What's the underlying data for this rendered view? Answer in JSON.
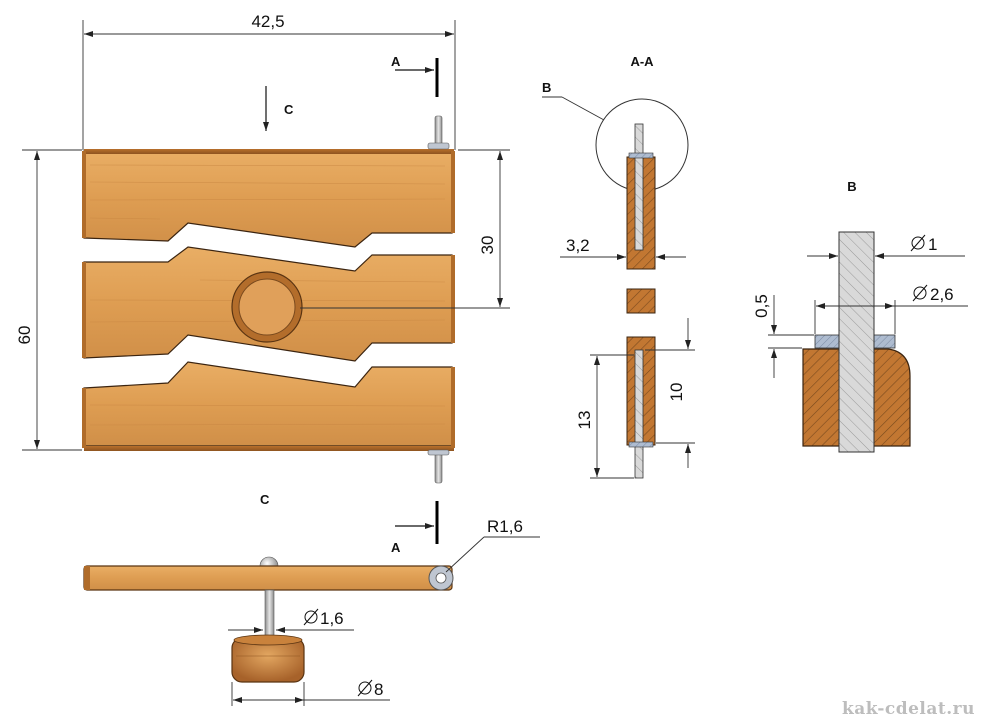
{
  "dimensions": {
    "overall_width": "42,5",
    "overall_height": "60",
    "center_distance": "30",
    "plate_thickness": "3,2",
    "pin_protrusion": "13",
    "pin_engagement": "10",
    "pin_diameter": "1",
    "washer_diameter": "2,6",
    "washer_thickness": "0,5",
    "hinge_radius": "R1,6",
    "stem_diameter": "1,6",
    "knob_diameter": "8"
  },
  "labels": {
    "section_letter_top": "A",
    "section_letter_bottom": "A",
    "view_arrow_letter": "C",
    "view_c_title": "C",
    "section_title": "A-A",
    "detail_callout": "B",
    "detail_title": "B"
  },
  "watermark": "kak-cdelat.ru",
  "colors": {
    "wood_light": "#E2A45A",
    "wood_dark": "#C57D32",
    "metal": "#C8C8C8",
    "washer": "#A9B7CC",
    "line": "#222222"
  }
}
